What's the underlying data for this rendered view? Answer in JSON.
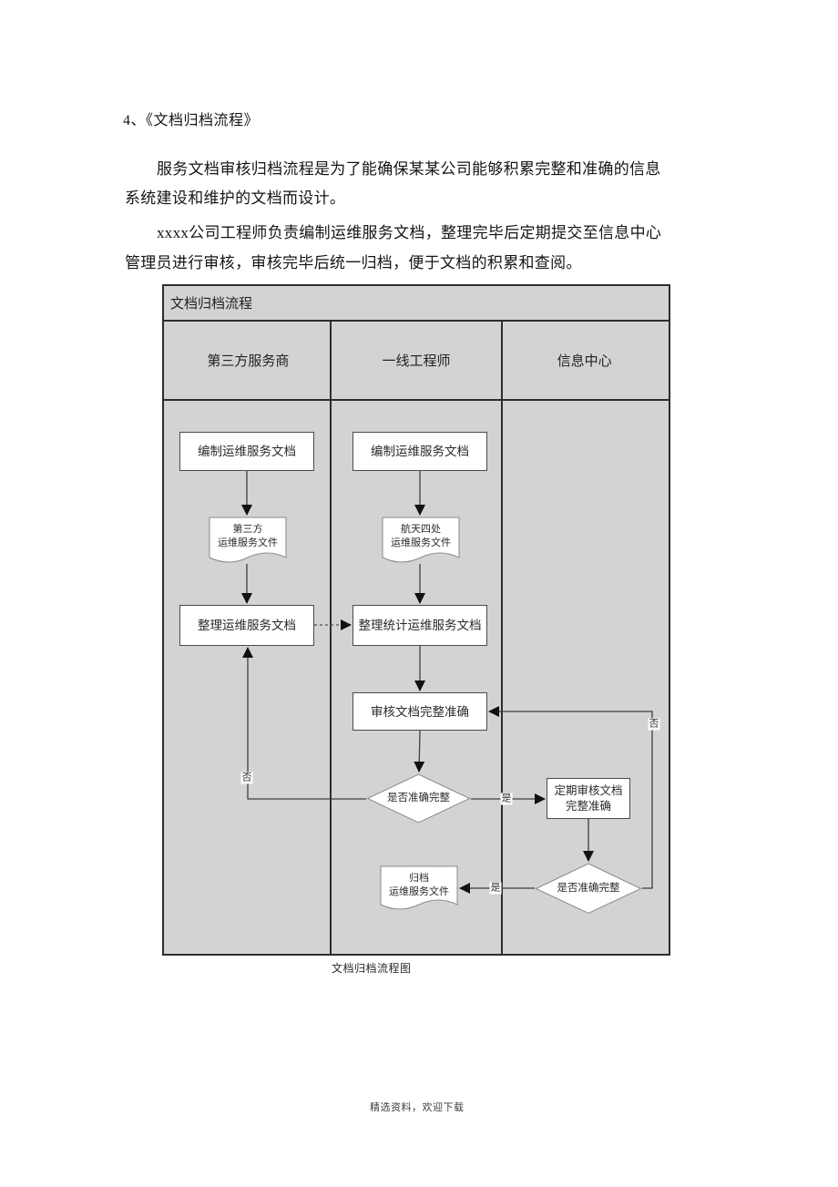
{
  "document": {
    "heading": "4、《文档归档流程》",
    "para1_line1": "服务文档审核归档流程是为了能确保某某公司能够积累完整和准确的信息",
    "para1_line2": "系统建设和维护的文档而设计。",
    "para2_line1": "xxxx公司工程师负责编制运维服务文档，整理完毕后定期提交至信息中心",
    "para2_line2": "管理员进行审核，审核完毕后统一归档，便于文档的积累和查阅。",
    "caption": "文档归档流程图",
    "footer": "精选资料，欢迎下载"
  },
  "flowchart": {
    "title": "文档归档流程",
    "lanes": [
      {
        "label": "第三方服务商"
      },
      {
        "label": "一线工程师"
      },
      {
        "label": "信息中心"
      }
    ],
    "nodes": {
      "compile_doc_vendor": "编制运维服务文档",
      "vendor_file_line1": "第三方",
      "vendor_file_line2": "运维服务文件",
      "organize_vendor_doc": "整理运维服务文档",
      "compile_doc_engineer": "编制运维服务文档",
      "dept_file_line1": "航天四处",
      "dept_file_line2": "运维服务文件",
      "organize_stats_doc": "整理统计运维服务文档",
      "review_doc": "审核文档完整准确",
      "decision1": "是否准确完整",
      "periodic_review_line1": "定期审核文档",
      "periodic_review_line2": "完整准确",
      "decision2": "是否准确完整",
      "archive_file_line1": "归档",
      "archive_file_line2": "运维服务文件"
    },
    "edge_labels": {
      "yes1": "是",
      "no1": "否",
      "yes2": "是",
      "no2": "否"
    },
    "colors": {
      "lane_bg": "#d3d3d3",
      "table_border": "#2e2e2e",
      "shape_fill": "#ffffff",
      "connector": "#3f3f3f"
    }
  }
}
